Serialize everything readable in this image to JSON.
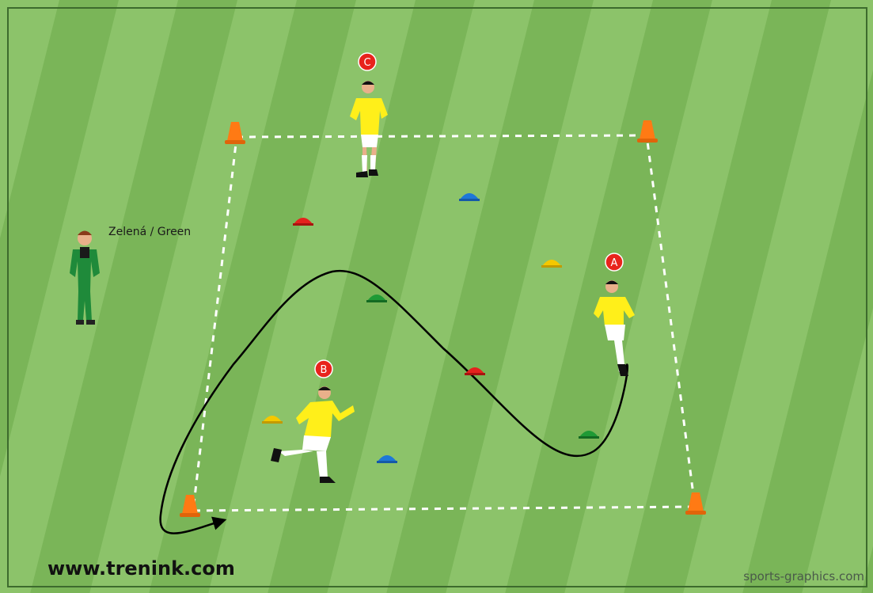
{
  "colors": {
    "field_light": "#8cc36a",
    "field_dark": "#7ab558",
    "border": "#3d6b2d",
    "cone": "#ff7a14",
    "jersey": "#ffef1a",
    "badge": "#e8231c",
    "coach_suit": "#1f8a3a",
    "marker_red": "#e5221d",
    "marker_green": "#1f9a35",
    "marker_blue": "#1e78d8",
    "marker_yellow": "#f5c800"
  },
  "coach": {
    "label": "Zelená / Green"
  },
  "players": [
    {
      "id": "A",
      "label": "A"
    },
    {
      "id": "B",
      "label": "B"
    },
    {
      "id": "C",
      "label": "C"
    }
  ],
  "markers": [
    {
      "color": "blue"
    },
    {
      "color": "red"
    },
    {
      "color": "yellow"
    },
    {
      "color": "green"
    },
    {
      "color": "red"
    },
    {
      "color": "yellow"
    },
    {
      "color": "green"
    },
    {
      "color": "blue"
    }
  ],
  "footer": {
    "website": "www.trenink.com",
    "credit": "sports-graphics.com"
  }
}
